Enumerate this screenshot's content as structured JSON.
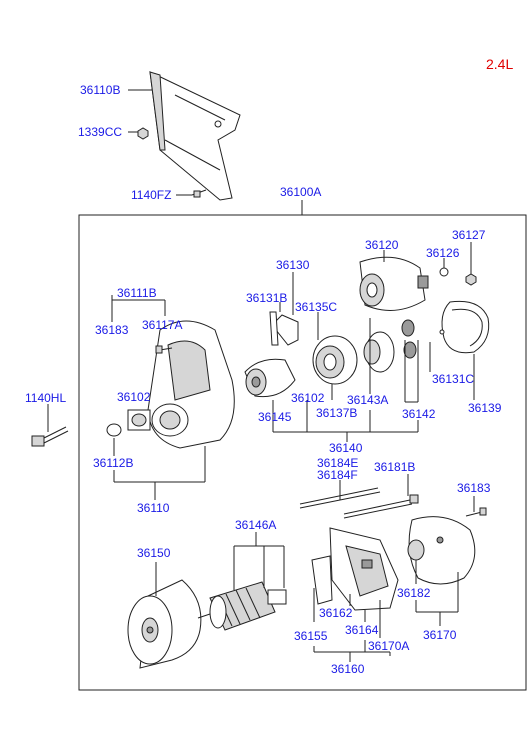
{
  "engine_label": "2.4L",
  "part_labels": {
    "p36110B": "36110B",
    "p1339CC": "1339CC",
    "p1140FZ": "1140FZ",
    "p36100A": "36100A",
    "p36120": "36120",
    "p36127": "36127",
    "p36126": "36126",
    "p36130": "36130",
    "p36111B": "36111B",
    "p36131B": "36131B",
    "p36135C": "36135C",
    "p36183a": "36183",
    "p36117A": "36117A",
    "p1140HL": "1140HL",
    "p36102a": "36102",
    "p36145": "36145",
    "p36102b": "36102",
    "p36137B": "36137B",
    "p36143A": "36143A",
    "p36142": "36142",
    "p36131C": "36131C",
    "p36139": "36139",
    "p36140": "36140",
    "p36112B": "36112B",
    "p36110": "36110",
    "p36184E": "36184E",
    "p36184F": "36184F",
    "p36181B": "36181B",
    "p36183b": "36183",
    "p36146A": "36146A",
    "p36150": "36150",
    "p36162": "36162",
    "p36182": "36182",
    "p36155": "36155",
    "p36164": "36164",
    "p36170A": "36170A",
    "p36170": "36170",
    "p36160": "36160"
  }
}
